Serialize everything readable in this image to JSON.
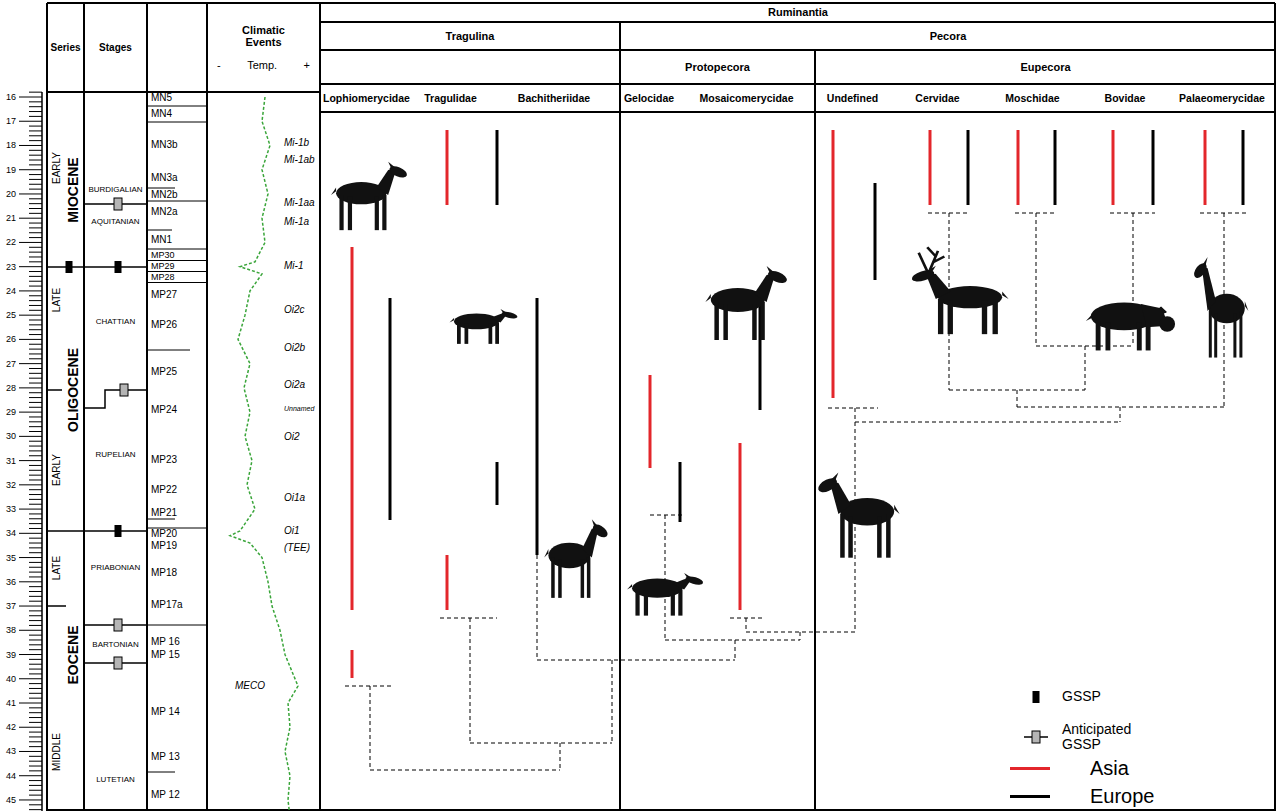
{
  "diagram": {
    "nodes": [
      {
        "text": [
          "Series"
        ]
      },
      {
        "text": [
          "Stages"
        ]
      },
      {
        "text": [
          "Climatic Events",
          "-",
          "Temp.",
          "+"
        ]
      },
      {
        "text": [
          "Ruminantia"
        ]
      },
      {
        "text": [
          "Tragulina"
        ]
      },
      {
        "text": [
          "Pecora"
        ]
      },
      {
        "text": [
          "Protopecora"
        ]
      },
      {
        "text": [
          "Eupecora"
        ]
      },
      {
        "text": [
          "Lophiomerycidae"
        ]
      },
      {
        "text": [
          "Tragulidae"
        ]
      },
      {
        "text": [
          "Bachitheriidae"
        ]
      },
      {
        "text": [
          "Gelocidae"
        ]
      },
      {
        "text": [
          "Mosaicomerycidae"
        ]
      },
      {
        "text": [
          "Undefined"
        ]
      },
      {
        "text": [
          "Cervidae"
        ]
      },
      {
        "text": [
          "Moschidae"
        ]
      },
      {
        "text": [
          "Bovidae"
        ]
      },
      {
        "text": [
          "Palaeomerycidae"
        ]
      }
    ],
    "labels": [
      "16",
      "17",
      "18",
      "19",
      "20",
      "21",
      "22",
      "23",
      "24",
      "25",
      "26",
      "27",
      "28",
      "29",
      "30",
      "31",
      "32",
      "33",
      "34",
      "35",
      "36",
      "37",
      "38",
      "39",
      "40",
      "41",
      "42",
      "43",
      "44",
      "45",
      "EARLY",
      "MIOCENE",
      "LATE",
      "OLIGOCENE",
      "EARLY",
      "LATE",
      "EOCENE",
      "MIDDLE",
      "BURDIGALIAN",
      "AQUITANIAN",
      "CHATTIAN",
      "RUPELIAN",
      "PRIABONIAN",
      "BARTONIAN",
      "LUTETIAN",
      "MN5",
      "MN4",
      "MN3b",
      "MN3a",
      "MN2b",
      "MN2a",
      "MN1",
      "MP30",
      "MP29",
      "MP28",
      "MP27",
      "MP26",
      "MP25",
      "MP24",
      "MP23",
      "MP22",
      "MP21",
      "MP20",
      "MP19",
      "MP18",
      "MP17a",
      "MP 16",
      "MP 15",
      "MP 14",
      "MP 13",
      "MP 12",
      "Mi-1b",
      "Mi-1ab",
      "Mi-1aa",
      "Mi-1a",
      "Mi-1",
      "Oi2c",
      "Oi2b",
      "Oi2a",
      "Unnamed",
      "Oi2",
      "Oi1a",
      "Oi1",
      "(TEE)",
      "MECO"
    ],
    "legend": [
      {
        "text": "GSSP"
      },
      {
        "text": "Anticipated GSSP"
      },
      {
        "text": "Asia",
        "color": "#e3262b"
      },
      {
        "text": "Europe",
        "color": "#000000"
      }
    ]
  }
}
